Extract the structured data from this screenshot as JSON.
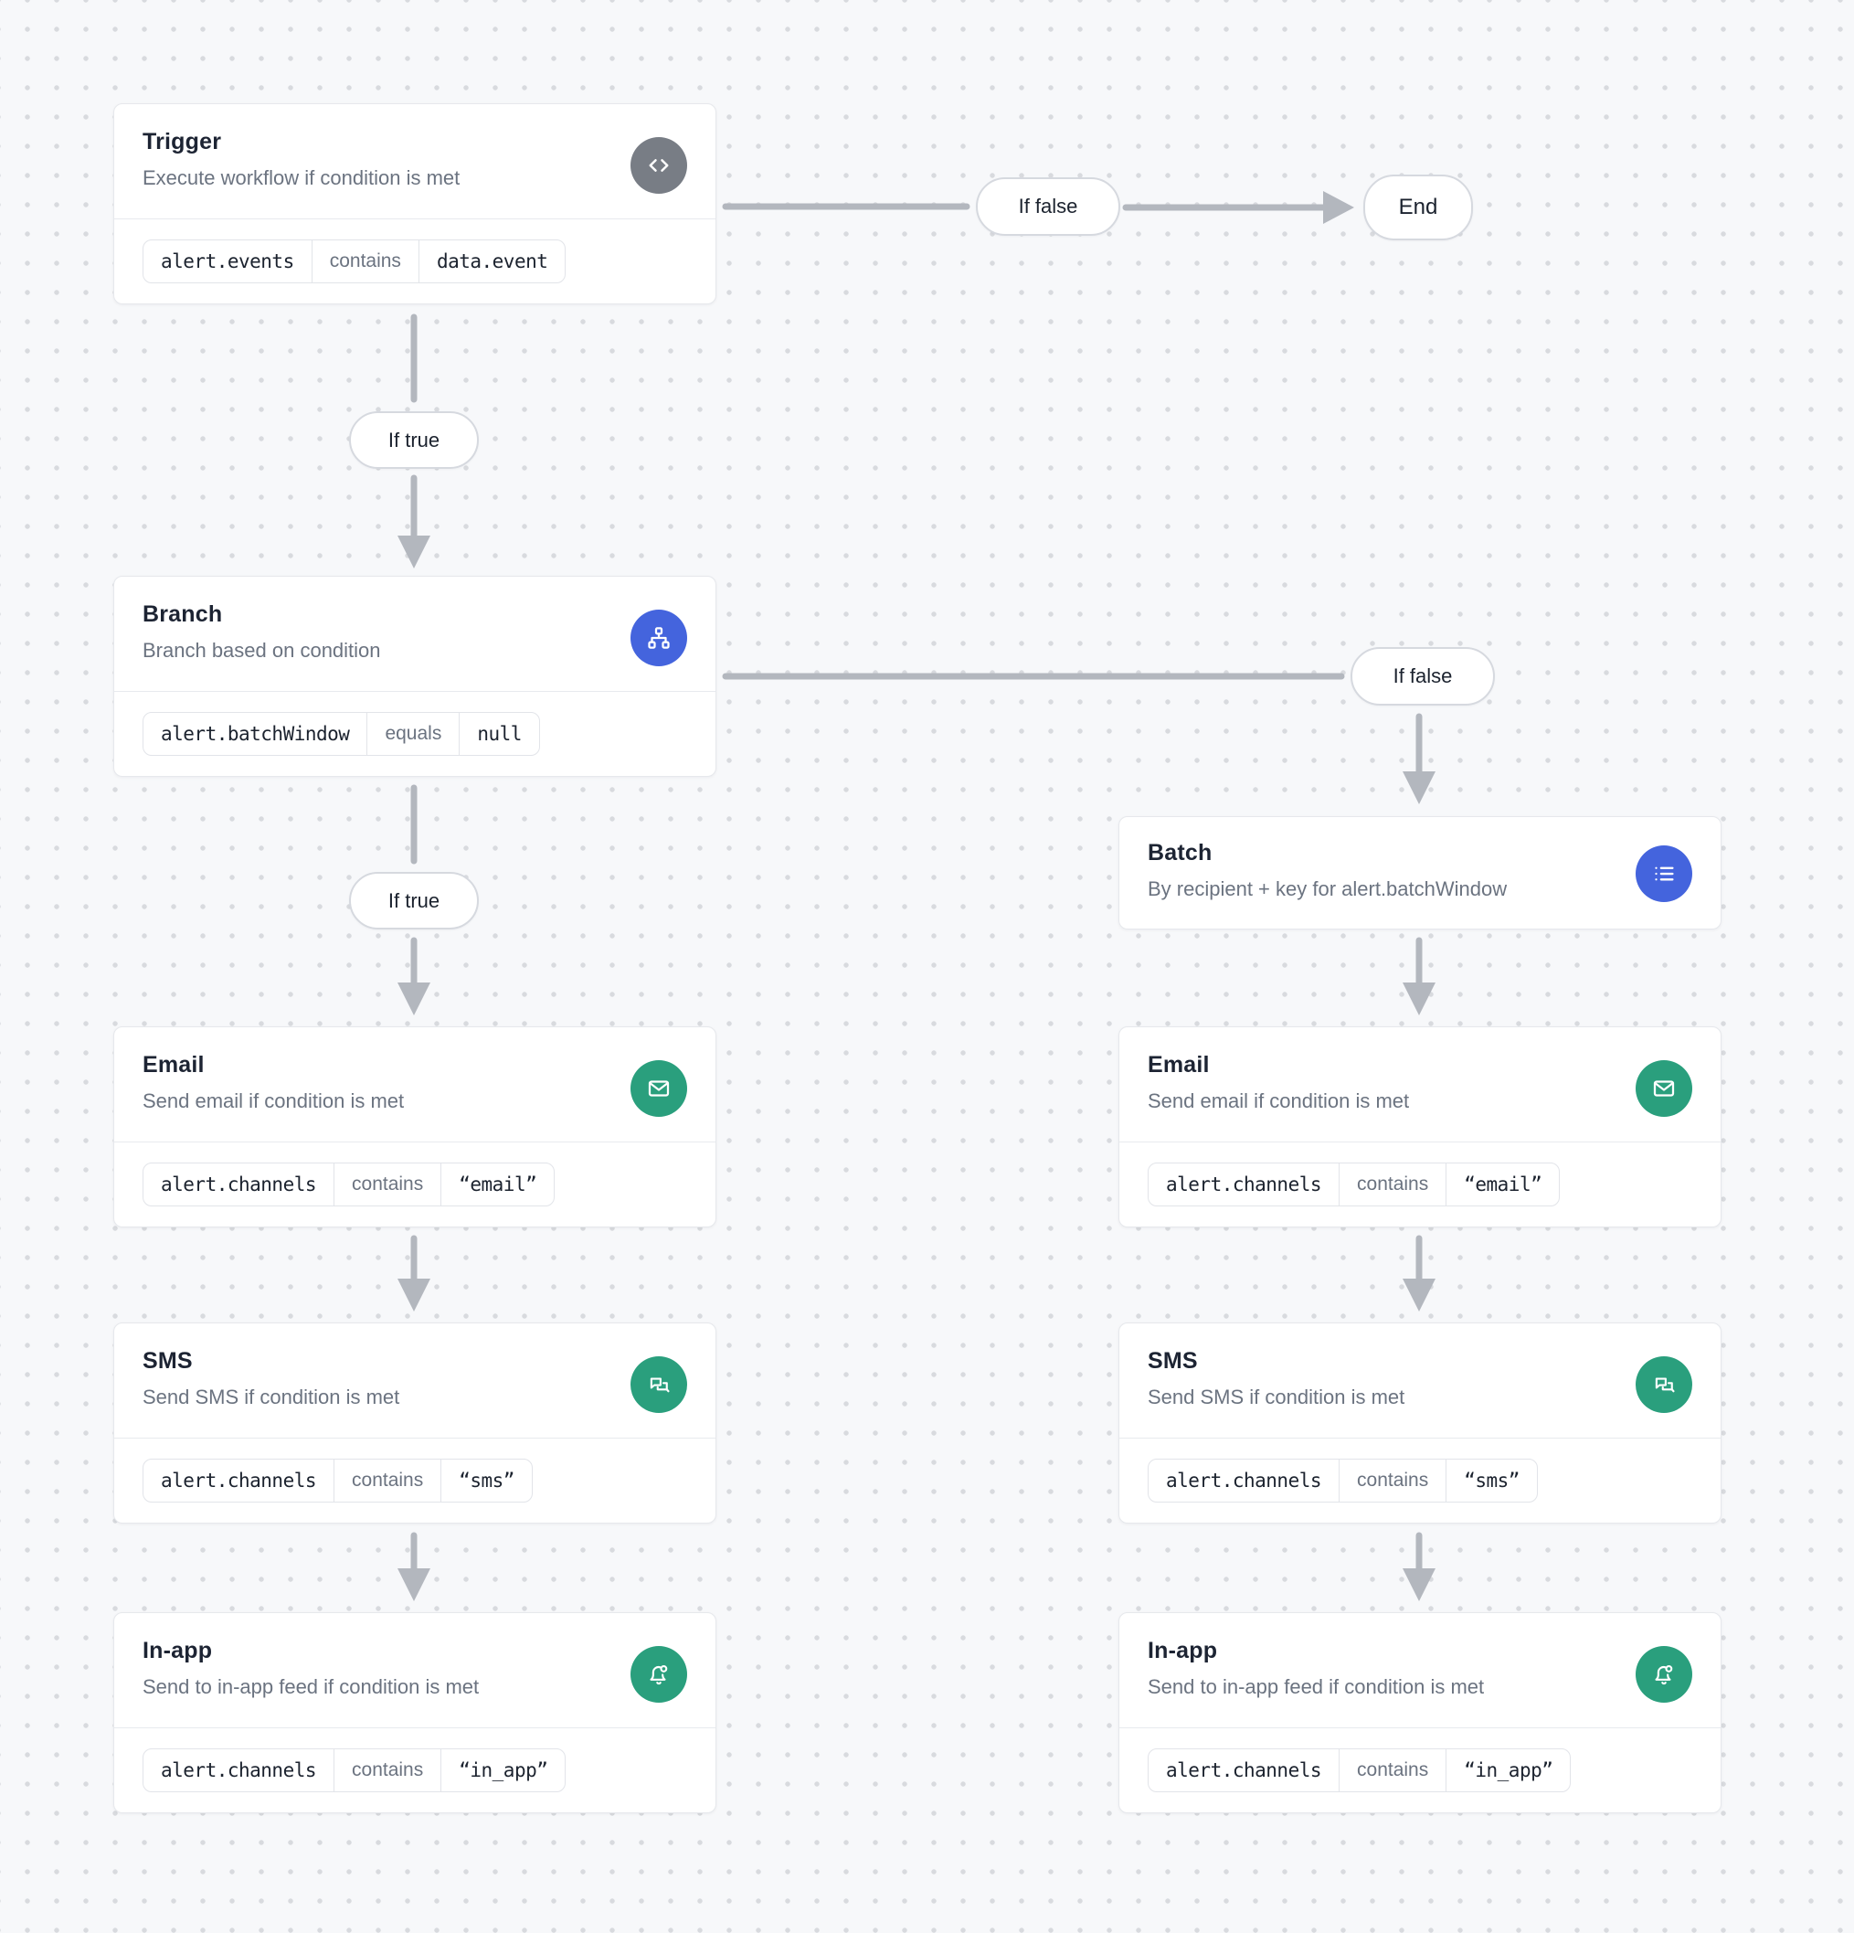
{
  "diagram": {
    "edges": {
      "trigger_true": {
        "label": "If true",
        "from": "trigger",
        "to": "branch"
      },
      "trigger_false": {
        "label": "If false",
        "from": "trigger",
        "to": "end"
      },
      "branch_true": {
        "label": "If true",
        "from": "branch",
        "to": "email-left"
      },
      "branch_false": {
        "label": "If false",
        "from": "branch",
        "to": "batch"
      },
      "end": {
        "label": "End"
      }
    },
    "nodes": {
      "trigger": {
        "title": "Trigger",
        "subtitle": "Execute workflow if condition is met",
        "icon": "code-icon",
        "icon_color": "#787d85",
        "condition": {
          "field": "alert.events",
          "operator": "contains",
          "value": "data.event"
        }
      },
      "branch": {
        "title": "Branch",
        "subtitle": "Branch based on condition",
        "icon": "sitemap-icon",
        "icon_color": "#4464dd",
        "condition": {
          "field": "alert.batchWindow",
          "operator": "equals",
          "value": "null"
        }
      },
      "batch": {
        "title": "Batch",
        "subtitle": "By recipient + key for alert.batchWindow",
        "icon": "list-icon",
        "icon_color": "#4464dd"
      },
      "email": {
        "title": "Email",
        "subtitle": "Send email if condition is met",
        "icon": "mail-icon",
        "icon_color": "#2a9f7d",
        "condition": {
          "field": "alert.channels",
          "operator": "contains",
          "value": "“email”"
        }
      },
      "sms": {
        "title": "SMS",
        "subtitle": "Send SMS if condition is met",
        "icon": "chat-bubbles-icon",
        "icon_color": "#2a9f7d",
        "condition": {
          "field": "alert.channels",
          "operator": "contains",
          "value": "“sms”"
        }
      },
      "inapp": {
        "title": "In-app",
        "subtitle": "Send to in-app feed if condition is met",
        "icon": "bell-badge-icon",
        "icon_color": "#2a9f7d",
        "condition": {
          "field": "alert.channels",
          "operator": "contains",
          "value": "“in_app”"
        }
      }
    },
    "colors": {
      "background": "#f7f8fa",
      "grid_dot": "#d8dade",
      "arrow": "#b3b7be",
      "card_border": "#e6e8ec",
      "accent_blue": "#4464dd",
      "accent_green": "#2a9f7d",
      "accent_gray": "#787d85",
      "title_text": "#1d2433",
      "subtitle_text": "#6b7380"
    }
  }
}
